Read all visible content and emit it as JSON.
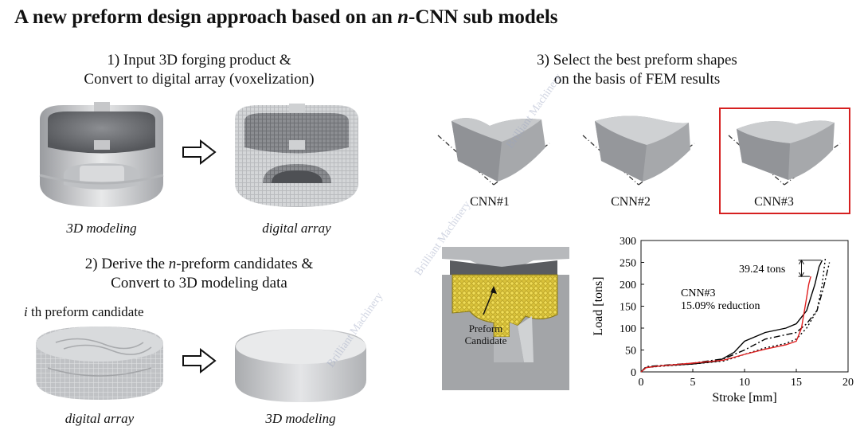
{
  "title": {
    "prefix": "A new preform design approach based on an ",
    "italic": "n",
    "suffix": "-CNN sub models"
  },
  "step1": {
    "line1": "1) Input 3D forging product &",
    "line2": "Convert to digital array (voxelization)",
    "caption_left": "3D modeling",
    "caption_right": "digital array"
  },
  "step2": {
    "line1_prefix": "2) Derive the ",
    "line1_italic": "n",
    "line1_suffix": "-preform candidates &",
    "line2": "Convert to 3D modeling data",
    "candidate_italic": "i",
    "candidate_rest": " th preform candidate",
    "caption_left": "digital array",
    "caption_right": "3D modeling"
  },
  "step3": {
    "line1": "3) Select the best preform shapes",
    "line2": "on the basis of FEM results",
    "candidates": [
      "CNN#1",
      "CNN#2",
      "CNN#3"
    ],
    "selected_index": 2,
    "highlight_color": "#d62020"
  },
  "die": {
    "label_line1": "Preform",
    "label_line2": "Candidate"
  },
  "watermark": {
    "text": "Brilliant Machinery"
  },
  "chart_data": {
    "type": "line",
    "xlabel": "Stroke [mm]",
    "ylabel": "Load [tons]",
    "xlim": [
      0,
      20
    ],
    "ylim": [
      0,
      300
    ],
    "xticks": [
      0,
      5,
      10,
      15,
      20
    ],
    "yticks": [
      0,
      50,
      100,
      150,
      200,
      250,
      300
    ],
    "grid": false,
    "annotations": {
      "gap": "39.24 tons",
      "label_line1": "CNN#3",
      "label_line2": "15.09% reduction"
    },
    "series": [
      {
        "style": "solid",
        "color": "#000000",
        "x": [
          0,
          0.5,
          2,
          5,
          7.5,
          9,
          10,
          12,
          14,
          15,
          16,
          16.8,
          17.2,
          17.5
        ],
        "y": [
          0,
          10,
          14,
          18,
          25,
          45,
          70,
          90,
          100,
          110,
          140,
          200,
          240,
          255
        ]
      },
      {
        "style": "dashdot",
        "color": "#000000",
        "x": [
          0,
          0.5,
          2,
          5,
          8,
          10,
          12,
          14,
          15,
          16,
          17,
          17.6,
          18,
          18.2
        ],
        "y": [
          0,
          12,
          15,
          20,
          30,
          50,
          75,
          85,
          90,
          110,
          140,
          190,
          230,
          250
        ]
      },
      {
        "style": "dotted",
        "color": "#000000",
        "x": [
          0,
          0.5,
          2,
          5,
          8,
          10,
          12,
          14,
          15,
          16,
          17,
          17.5,
          17.8
        ],
        "y": [
          0,
          10,
          13,
          18,
          25,
          40,
          55,
          65,
          75,
          100,
          140,
          200,
          258
        ]
      },
      {
        "style": "solid",
        "color": "#e02020",
        "x": [
          0,
          0.5,
          2,
          5,
          8,
          10,
          12,
          14,
          15,
          15.5,
          16,
          16.2,
          16.4
        ],
        "y": [
          0,
          10,
          14,
          20,
          27,
          40,
          52,
          62,
          70,
          100,
          170,
          200,
          218
        ]
      }
    ]
  }
}
